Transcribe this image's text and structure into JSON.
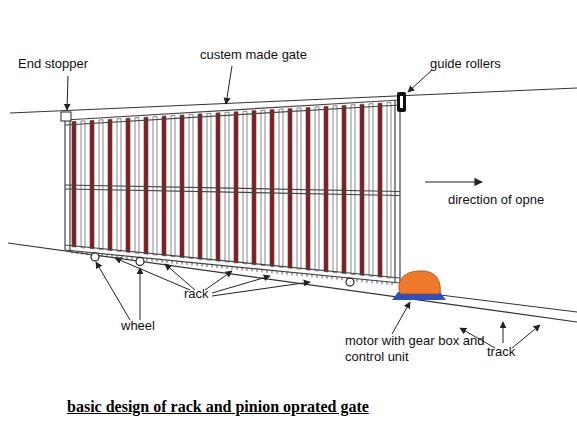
{
  "diagram": {
    "caption": "basic design of rack and pinion oprated gate",
    "labels": [
      "End stopper",
      "custem made gate",
      "guide rollers",
      "direction of opne",
      "rack",
      "wheel",
      "motor with gear box and control unit",
      "track"
    ]
  }
}
